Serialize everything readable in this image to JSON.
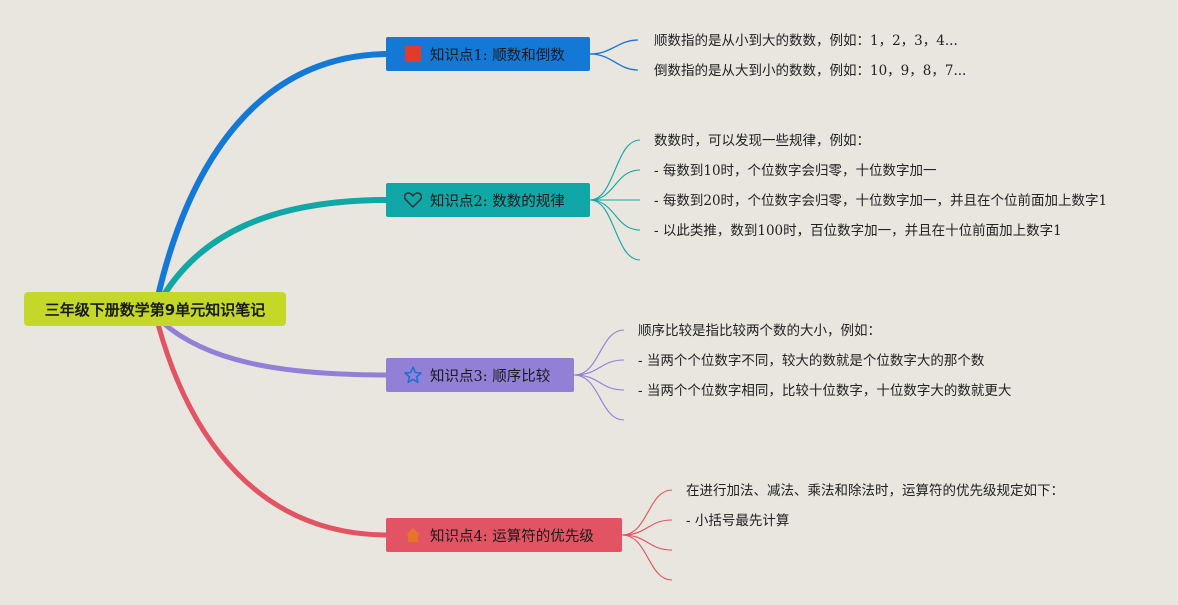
{
  "root": {
    "title": "三年级下册数学第9单元知识笔记"
  },
  "colors": {
    "background": "#e9e6df",
    "root": "#c4d82a",
    "topic1": "#1478d6",
    "topic2": "#12a7a7",
    "topic3": "#9180d6",
    "topic4": "#e25363"
  },
  "topics": [
    {
      "label": "知识点1: 顺数和倒数",
      "icon": "red-square-icon",
      "notes": [
        "顺数指的是从小到大的数数，例如：1，2，3，4...",
        "倒数指的是从大到小的数数，例如：10，9，8，7..."
      ]
    },
    {
      "label": "知识点2: 数数的规律",
      "icon": "heart-outline-icon",
      "notes": [
        "数数时，可以发现一些规律，例如：",
        "- 每数到10时，个位数字会归零，十位数字加一",
        "- 每数到20时，个位数字会归零，十位数字加一，并且在个位前面加上数字1",
        "- 以此类推，数到100时，百位数字加一，并且在十位前面加上数字1"
      ]
    },
    {
      "label": "知识点3: 顺序比较",
      "icon": "star-outline-icon",
      "notes": [
        "顺序比较是指比较两个数的大小，例如：",
        "- 当两个个位数字不同，较大的数就是个位数字大的那个数",
        "- 当两个个位数字相同，比较十位数字，十位数字大的数就更大"
      ]
    },
    {
      "label": "知识点4: 运算符的优先级",
      "icon": "house-icon",
      "notes": [
        "在进行加法、减法、乘法和除法时，运算符的优先级规定如下：",
        "- 小括号最先计算"
      ]
    }
  ]
}
